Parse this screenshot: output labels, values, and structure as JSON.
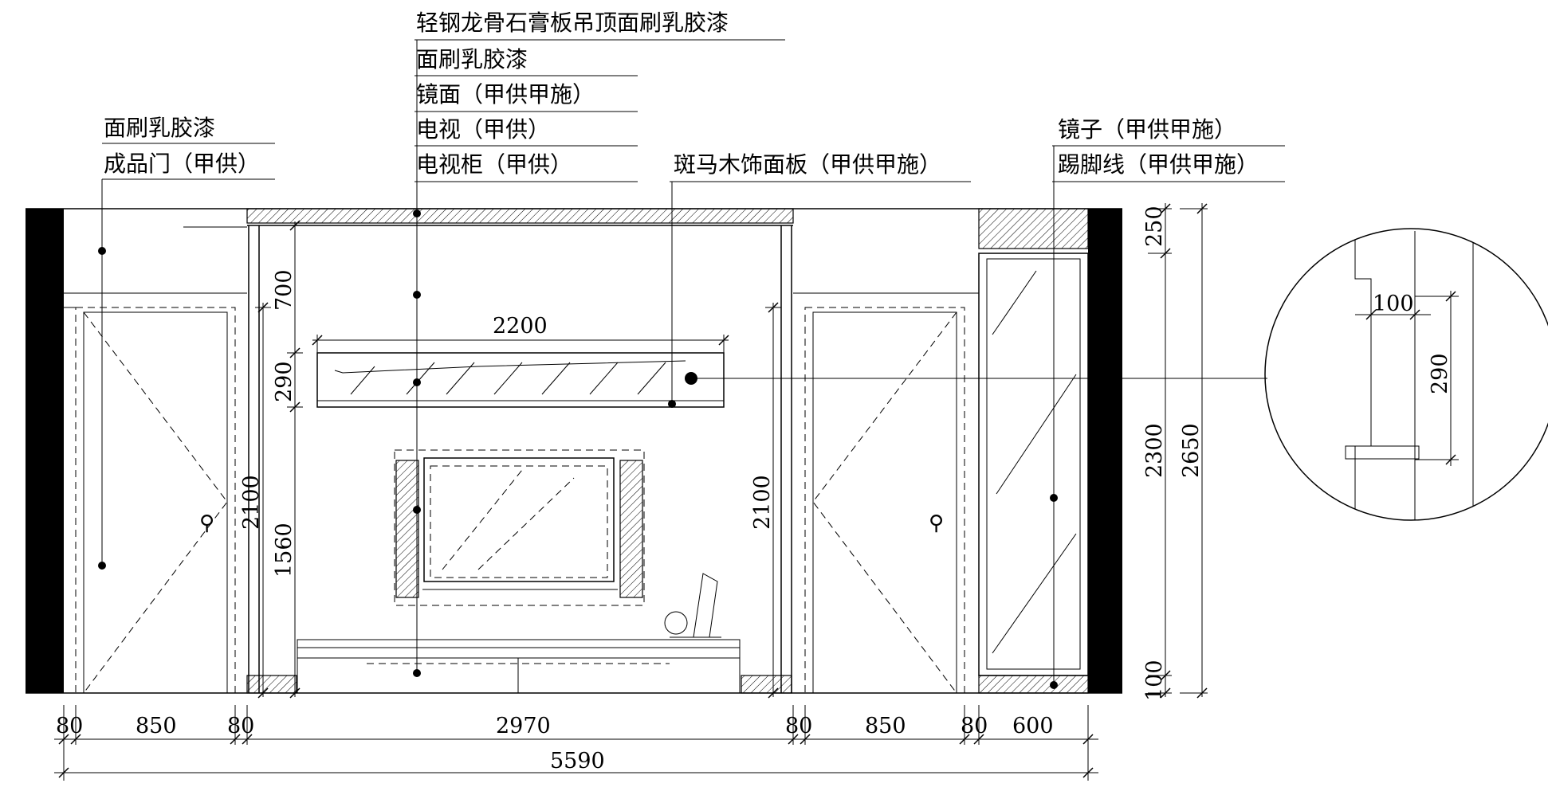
{
  "labels": {
    "ceiling": "轻钢龙骨石膏板吊顶面刷乳胶漆",
    "paint_wall": "面刷乳胶漆",
    "mirror_surface": "镜面（甲供甲施）",
    "tv": "电视（甲供）",
    "tv_cabinet": "电视柜（甲供）",
    "door_paint": "面刷乳胶漆",
    "finished_door": "成品门（甲供）",
    "zebra_panel": "斑马木饰面板（甲供甲施）",
    "mirror": "镜子（甲供甲施）",
    "skirting": "踢脚线（甲供甲施）"
  },
  "dimensions": {
    "bottom_row": [
      "80",
      "850",
      "80",
      "2970",
      "80",
      "850",
      "80",
      "600"
    ],
    "total_width": "5590",
    "panel_width": "2200",
    "left_vertical": [
      "700",
      "290",
      "1560"
    ],
    "door_height_left": "2100",
    "door_height_right": "2100",
    "right_vertical": [
      "250",
      "2300",
      "100"
    ],
    "total_height": "2650",
    "detail_width": "100",
    "detail_height": "290"
  },
  "colors": {
    "line": "#000000",
    "background": "#ffffff"
  }
}
